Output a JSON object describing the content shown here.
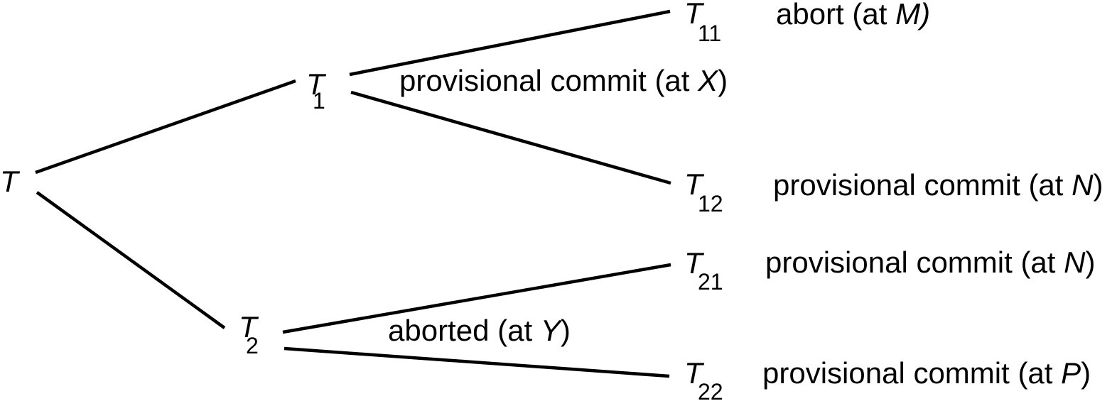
{
  "diagram": {
    "nodes": {
      "root": {
        "name": "T",
        "sub": ""
      },
      "t1": {
        "name": "T",
        "sub": "1"
      },
      "t2": {
        "name": "T",
        "sub": "2"
      },
      "t11": {
        "name": "T",
        "sub": "11"
      },
      "t12": {
        "name": "T",
        "sub": "12"
      },
      "t21": {
        "name": "T",
        "sub": "21"
      },
      "t22": {
        "name": "T",
        "sub": "22"
      }
    },
    "labels": {
      "t1": {
        "text": "provisional commit (at ",
        "server": "X",
        "close": ")"
      },
      "t2": {
        "text": "aborted (at ",
        "server": "Y",
        "close": ")"
      },
      "t11": {
        "text": "abort (at ",
        "server": "M",
        "close": ")"
      },
      "t12": {
        "text": "provisional commit (at ",
        "server": "N",
        "close": ")"
      },
      "t21": {
        "text": "provisional commit (at ",
        "server": "N",
        "close": ")"
      },
      "t22": {
        "text": "provisional commit (at ",
        "server": "P",
        "close": ")"
      }
    }
  }
}
